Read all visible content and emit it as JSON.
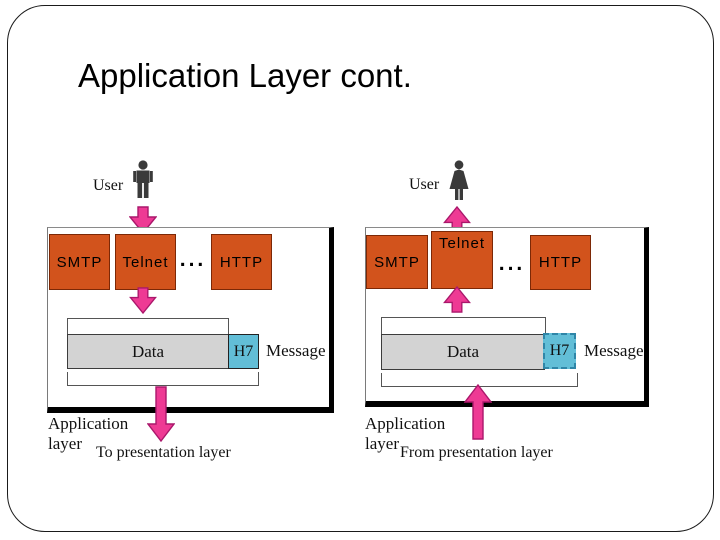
{
  "slide": {
    "title": "Application Layer cont."
  },
  "colors": {
    "protocol_box": "#d2531c",
    "arrow_pink": "#ee3a94",
    "data_gray": "#d3d3d3",
    "header_blue": "#62bed7"
  },
  "diagrams": [
    {
      "name": "outgoing",
      "user_label": "User",
      "user_icon": "male-user-icon",
      "protocols": [
        "SMTP",
        "Telnet",
        "HTTP"
      ],
      "ellipsis": "...",
      "packet": {
        "data_label": "Data",
        "header_label": "H7",
        "message_label": "Message"
      },
      "layer_label_line1": "Application",
      "layer_label_line2": "layer",
      "flow_label": "To presentation layer"
    },
    {
      "name": "incoming",
      "user_label": "User",
      "user_icon": "female-user-icon",
      "protocols": [
        "SMTP",
        "Telnet",
        "HTTP"
      ],
      "ellipsis": "...",
      "packet": {
        "data_label": "Data",
        "header_label": "H7",
        "message_label": "Message"
      },
      "layer_label_line1": "Application",
      "layer_label_line2": "layer",
      "flow_label": "From presentation layer"
    }
  ]
}
